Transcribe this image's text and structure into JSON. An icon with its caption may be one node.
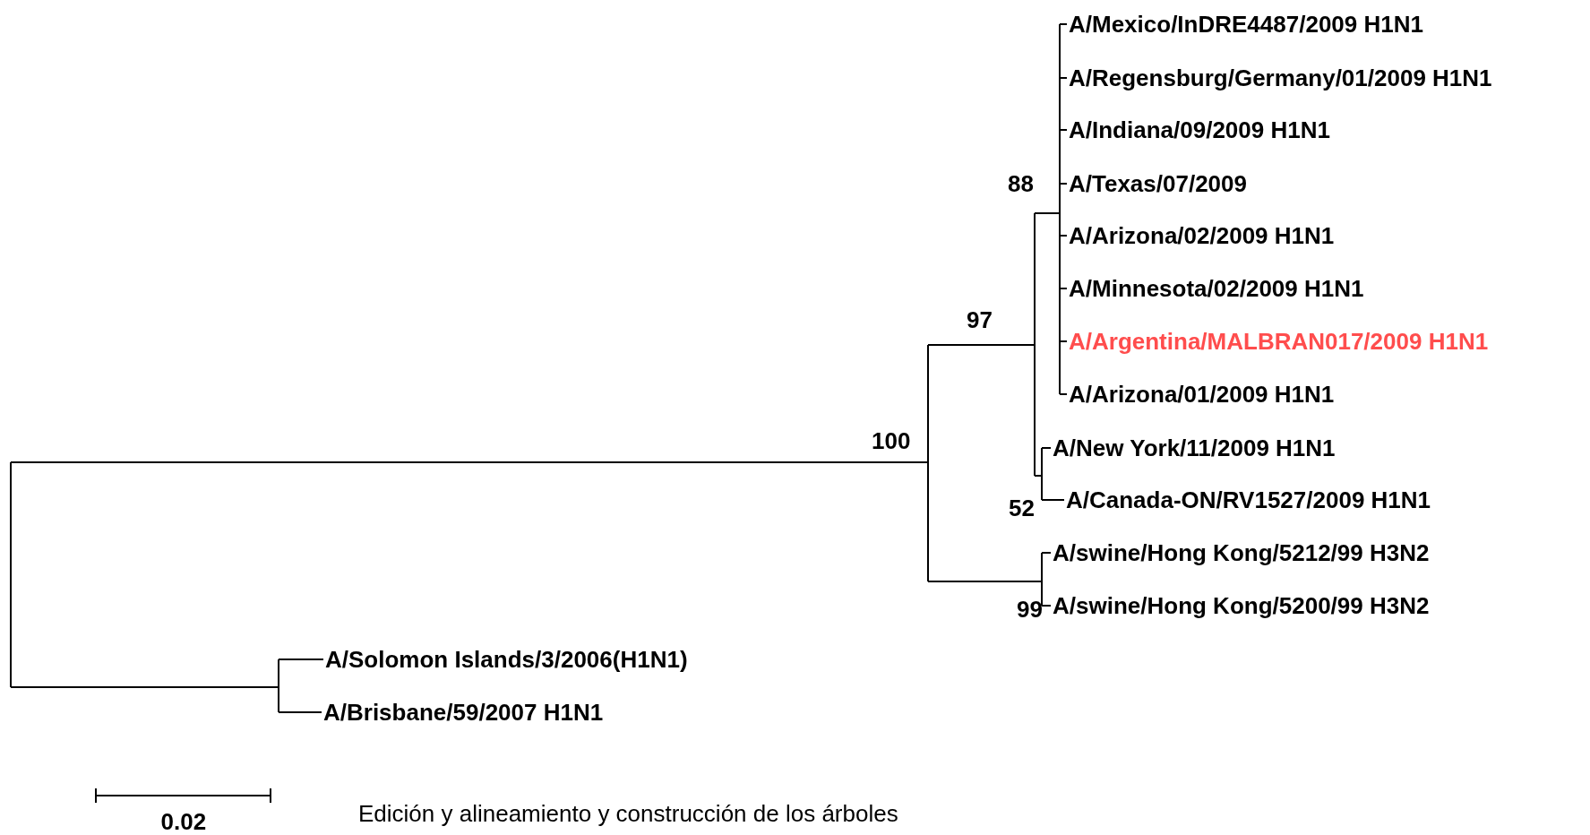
{
  "diagram": {
    "caption": "Edición y alineamiento y construcción de los árboles",
    "nodes": [
      {
        "text": [],
        "shape": "bar"
      },
      {
        "text": [],
        "shape": "bar",
        "beside": [
          "100"
        ]
      },
      {
        "text": [],
        "shape": "bar",
        "beside": [
          "97"
        ]
      },
      {
        "text": [],
        "shape": "bar",
        "beside": [
          "88"
        ]
      },
      {
        "text": [
          "A/Mexico/InDRE4487/2009 H1N1"
        ]
      },
      {
        "text": [
          "A/Regensburg/Germany/01/2009 H1N1"
        ]
      },
      {
        "text": [
          "A/Indiana/09/2009 H1N1"
        ]
      },
      {
        "text": [
          "A/Texas/07/2009"
        ]
      },
      {
        "text": [
          "A/Arizona/02/2009 H1N1"
        ]
      },
      {
        "text": [
          "A/Minnesota/02/2009 H1N1"
        ]
      },
      {
        "text": [
          "A/Argentina/MALBRAN017/2009 H1N1"
        ]
      },
      {
        "text": [
          "A/Arizona/01/2009 H1N1"
        ]
      },
      {
        "text": [],
        "shape": "bar",
        "beside": [
          "52"
        ]
      },
      {
        "text": [
          "A/New York/11/2009 H1N1"
        ]
      },
      {
        "text": [
          "A/Canada-ON/RV1527/2009 H1N1"
        ]
      },
      {
        "text": [],
        "shape": "bar",
        "beside": [
          "99"
        ]
      },
      {
        "text": [
          "A/swine/Hong Kong/5212/99 H3N2"
        ]
      },
      {
        "text": [
          "A/swine/Hong Kong/5200/99 H3N2"
        ]
      },
      {
        "text": [],
        "shape": "bar"
      },
      {
        "text": [
          "A/Solomon Islands/3/2006(H1N1)"
        ]
      },
      {
        "text": [
          "A/Brisbane/59/2007 H1N1"
        ]
      }
    ],
    "edges": [
      {
        "from": 0,
        "to": 1,
        "arrow": "none"
      },
      {
        "from": 1,
        "to": 2,
        "arrow": "none"
      },
      {
        "from": 2,
        "to": 3,
        "arrow": "none"
      },
      {
        "from": 3,
        "to": 4,
        "arrow": "none"
      },
      {
        "from": 3,
        "to": 5,
        "arrow": "none"
      },
      {
        "from": 3,
        "to": 6,
        "arrow": "none"
      },
      {
        "from": 3,
        "to": 7,
        "arrow": "none"
      },
      {
        "from": 3,
        "to": 8,
        "arrow": "none"
      },
      {
        "from": 3,
        "to": 9,
        "arrow": "none"
      },
      {
        "from": 3,
        "to": 10,
        "arrow": "none"
      },
      {
        "from": 3,
        "to": 11,
        "arrow": "none"
      },
      {
        "from": 2,
        "to": 12,
        "arrow": "none"
      },
      {
        "from": 12,
        "to": 13,
        "arrow": "none"
      },
      {
        "from": 12,
        "to": 14,
        "arrow": "none"
      },
      {
        "from": 1,
        "to": 15,
        "arrow": "none"
      },
      {
        "from": 15,
        "to": 16,
        "arrow": "none"
      },
      {
        "from": 15,
        "to": 17,
        "arrow": "none"
      },
      {
        "from": 0,
        "to": 18,
        "arrow": "none"
      },
      {
        "from": 18,
        "to": 19,
        "arrow": "none"
      },
      {
        "from": 18,
        "to": 20,
        "arrow": "none"
      }
    ],
    "labels": [
      "0.02"
    ]
  }
}
